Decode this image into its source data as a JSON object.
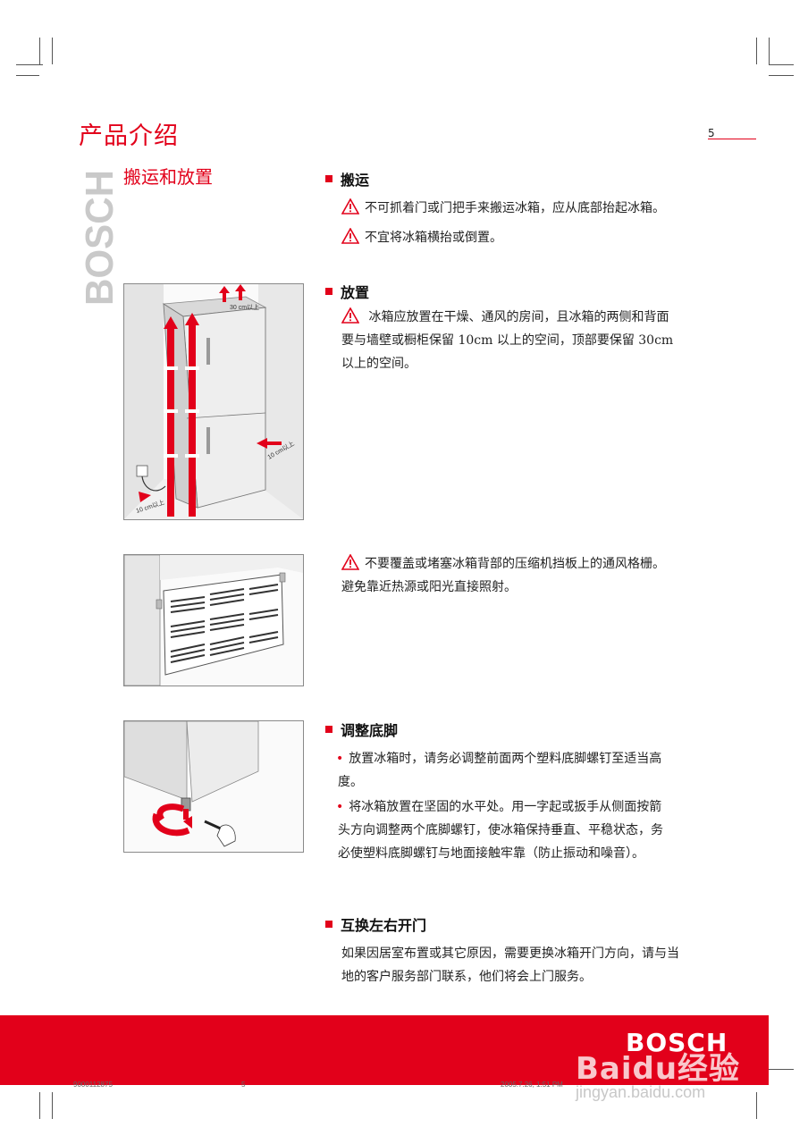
{
  "header": {
    "title": "产品介绍",
    "page_number": "5",
    "side_brand": "BOSCH",
    "section_title": "搬运和放置"
  },
  "transport": {
    "heading": "搬运",
    "warnings": [
      "不可抓着门或门把手来搬运冰箱，应从底部抬起冰箱。",
      "不宜将冰箱横抬或倒置。"
    ]
  },
  "placement": {
    "heading": "放置",
    "warning_line1": " 冰箱应放置在干燥、通风的房间，且冰箱的两侧和背面",
    "warning_line2": "要与墙壁或橱柜保留 10cm 以上的空间，顶部要保留 30cm",
    "warning_line3": "以上的空间。",
    "figure_labels": {
      "top_gap": "30 cm以上",
      "side_gap": "10 cm以上",
      "back_gap": "10 cm以上"
    }
  },
  "ventilation": {
    "line1": "不要覆盖或堵塞冰箱背部的压缩机挡板上的通风格栅。",
    "line2": "避免靠近热源或阳光直接照射。"
  },
  "feet": {
    "heading": "调整底脚",
    "bullet1_line1": "放置冰箱时，请务必调整前面两个塑料底脚螺钉至适当高",
    "bullet1_line2": "度。",
    "bullet2_line1": "将冰箱放置在坚固的水平处。用一字起或扳手从侧面按箭",
    "bullet2_line2": "头方向调整两个底脚螺钉，使冰箱保持垂直、平稳状态，务",
    "bullet2_line3": "必使塑料底脚螺钉与地面接触牢靠（防止振动和噪音）。"
  },
  "doors": {
    "heading": "互换左右开门",
    "line1": "如果因居室布置或其它原因，需要更换冰箱开门方向，请与当",
    "line2": "地的客户服务部门联系，他们将会上门服务。"
  },
  "footer": {
    "brand": "BOSCH",
    "doc_code": "9000112875",
    "page": "5",
    "timestamp": "2005.7.26, 1:51 PM"
  },
  "watermark": {
    "logo": "Baidu经验",
    "url": "jingyan.baidu.com"
  },
  "colors": {
    "accent": "#e2001a"
  }
}
